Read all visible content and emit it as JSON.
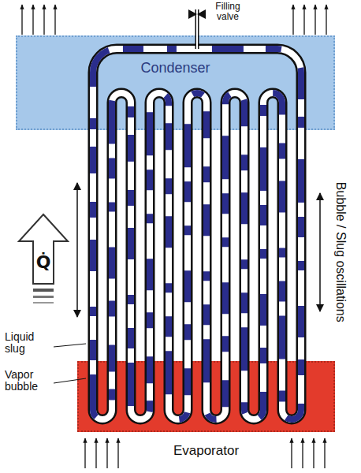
{
  "diagram": {
    "nodes": [
      {
        "text": [
          "Condenser"
        ]
      },
      {
        "text": [
          "Evaporator"
        ]
      }
    ],
    "labels": [
      "Filling valve",
      "Q̇",
      "Liquid slug",
      "Vapor bubble",
      "Bubble / Slug oscillations"
    ]
  }
}
